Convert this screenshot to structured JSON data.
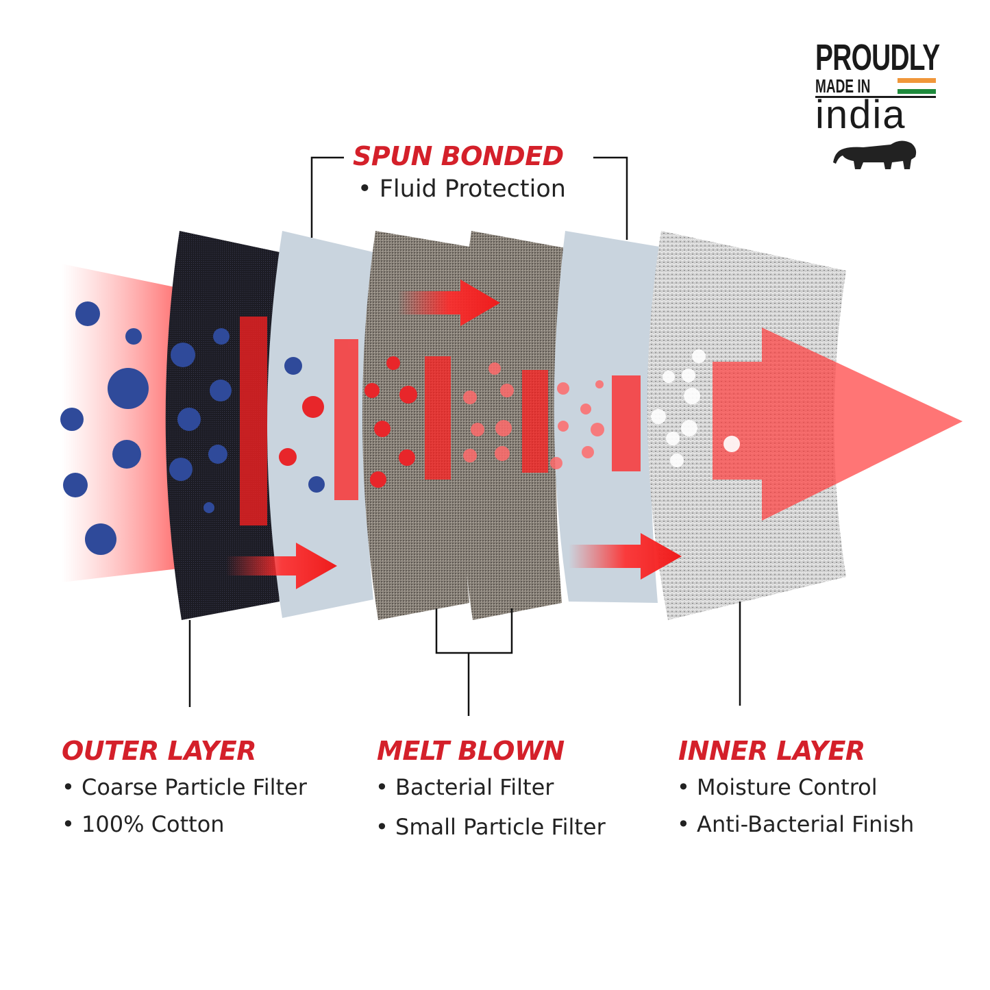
{
  "logo": {
    "line1": "PROUDLY",
    "line2": "MADE IN",
    "line3": "india"
  },
  "spun_bonded": {
    "title": "SPUN BONDED",
    "bullets": [
      "Fluid Protection"
    ]
  },
  "sections": [
    {
      "title": "OUTER LAYER",
      "bullets": [
        "Coarse Particle Filter",
        "100%  Cotton"
      ]
    },
    {
      "title": "MELT BLOWN",
      "bullets": [
        "Bacterial Filter",
        "Small Particle Filter"
      ]
    },
    {
      "title": "INNER LAYER",
      "bullets": [
        "Moisture Control",
        "Anti-Bacterial Finish"
      ]
    }
  ],
  "colors": {
    "accent": "#d4202a",
    "particle_blue": "#2f4a9a",
    "particle_red": "#e8262a",
    "flag_saffron": "#f0973a",
    "flag_green": "#1e8a3c"
  }
}
